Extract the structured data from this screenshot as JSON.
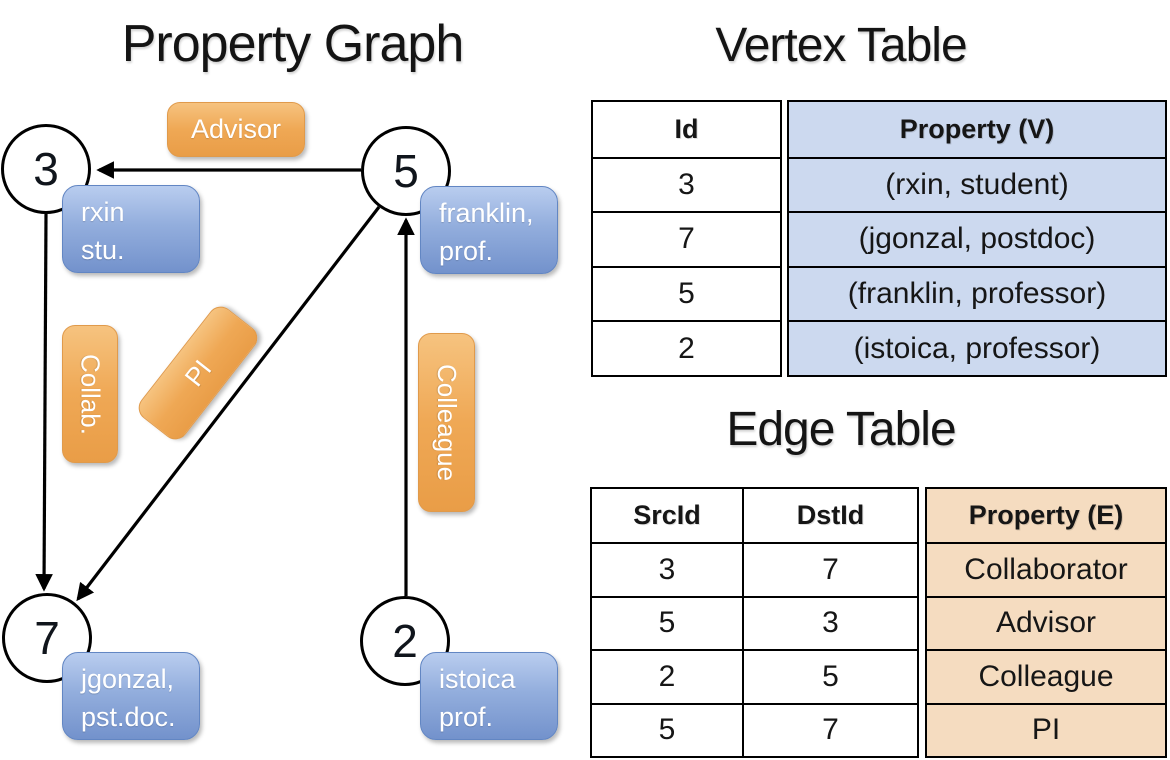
{
  "graph": {
    "title": "Property Graph",
    "nodes": [
      {
        "id": "3"
      },
      {
        "id": "5"
      },
      {
        "id": "7"
      },
      {
        "id": "2"
      }
    ],
    "property_boxes": [
      {
        "line1": "rxin",
        "line2": "stu."
      },
      {
        "line1": "franklin,",
        "line2": "prof."
      },
      {
        "line1": "jgonzal,",
        "line2": "pst.doc."
      },
      {
        "line1": "istoica",
        "line2": "prof."
      }
    ],
    "edge_labels": [
      {
        "text": "Advisor"
      },
      {
        "text": "Collab."
      },
      {
        "text": "PI"
      },
      {
        "text": "Colleague"
      }
    ]
  },
  "vertex_table": {
    "title": "Vertex Table",
    "columns": [
      "Id",
      "Property (V)"
    ],
    "rows": [
      [
        "3",
        "(rxin, student)"
      ],
      [
        "7",
        "(jgonzal, postdoc)"
      ],
      [
        "5",
        "(franklin, professor)"
      ],
      [
        "2",
        "(istoica, professor)"
      ]
    ]
  },
  "edge_table": {
    "title": "Edge Table",
    "columns": [
      "SrcId",
      "DstId",
      "Property (E)"
    ],
    "rows": [
      [
        "3",
        "7",
        "Collaborator"
      ],
      [
        "5",
        "3",
        "Advisor"
      ],
      [
        "2",
        "5",
        "Colleague"
      ],
      [
        "5",
        "7",
        "PI"
      ]
    ]
  },
  "colors": {
    "vertex_cell_blue": "#ccd9ef",
    "edge_cell_orange": "#f5dcc0",
    "node_box_blue_top": "#b9cdef",
    "node_box_blue_bottom": "#7392cc",
    "edge_label_orange_top": "#f6c37f",
    "edge_label_orange_bottom": "#e99d47",
    "stroke_black": "#000000"
  }
}
